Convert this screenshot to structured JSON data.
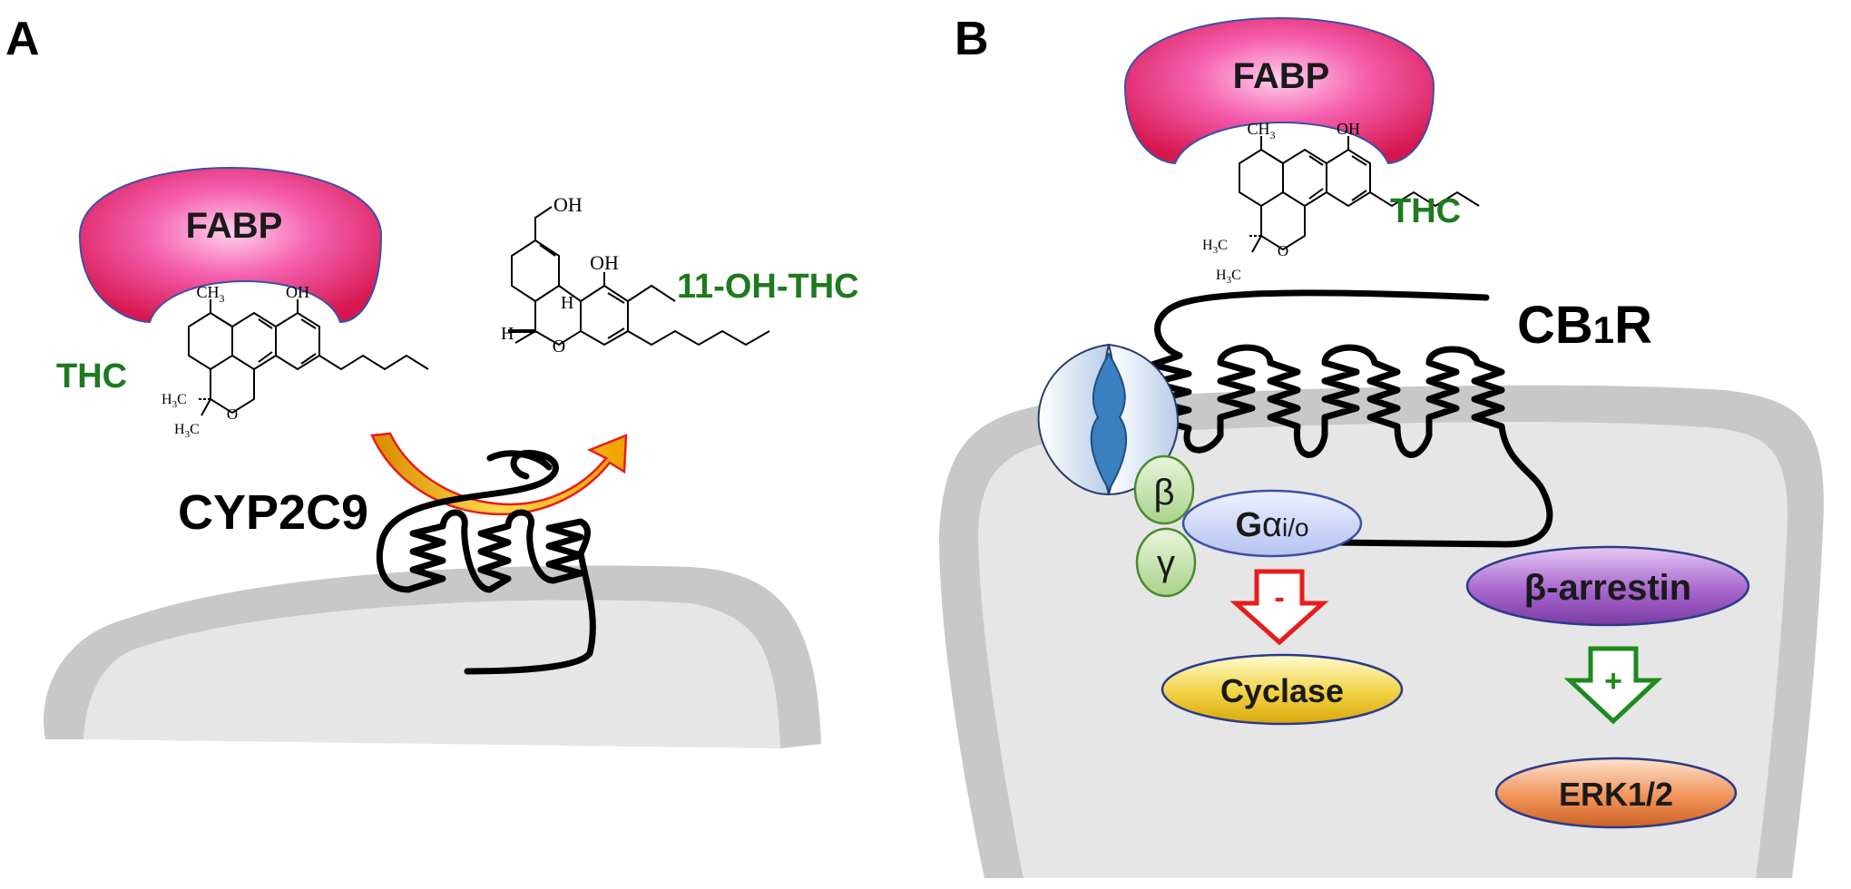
{
  "panel_a": {
    "label": "A",
    "fabp": "FABP",
    "thc": "THC",
    "thc_ch3": "CH",
    "thc_ch3_sub": "3",
    "thc_oh": "OH",
    "thc_h3c_top": "H",
    "thc_h3c_top_sub": "3",
    "thc_h3c_top_c": "C",
    "thc_h3c_bot": "H",
    "thc_h3c_bot_sub": "3",
    "thc_h3c_bot_c": "C",
    "thc_o": "O",
    "metabolite": "11-OH-THC",
    "met_oh_top": "OH",
    "met_oh_ring": "OH",
    "met_h1": "H",
    "met_h2": "H",
    "met_o": "O",
    "enzyme": "CYP2C9"
  },
  "panel_b": {
    "label": "B",
    "fabp": "FABP",
    "thc": "THC",
    "thc_ch3": "CH",
    "thc_ch3_sub": "3",
    "thc_oh": "OH",
    "thc_h3c_top": "H",
    "thc_h3c_top_sub": "3",
    "thc_h3c_top_c": "C",
    "thc_h3c_bot": "H",
    "thc_h3c_bot_sub": "3",
    "thc_h3c_bot_c": "C",
    "thc_o": "O",
    "receptor_main": "CB",
    "receptor_sub": "1",
    "receptor_tail": "R",
    "beta": "β",
    "gamma": "γ",
    "galpha_g": "G",
    "galpha_alpha": "α",
    "galpha_sub": "i/o",
    "minus": "-",
    "cyclase": "Cyclase",
    "beta_arrestin": "β-arrestin",
    "plus": "+",
    "erk": "ERK1/2"
  },
  "colors": {
    "label_green": "#1f7a1f",
    "fabp_magenta": "#e6267a",
    "membrane_gray": "#c8c8c8",
    "cell_fill": "#e6e6e6",
    "inhibit_red": "#e81c1c",
    "activate_green": "#1e8a1e"
  }
}
